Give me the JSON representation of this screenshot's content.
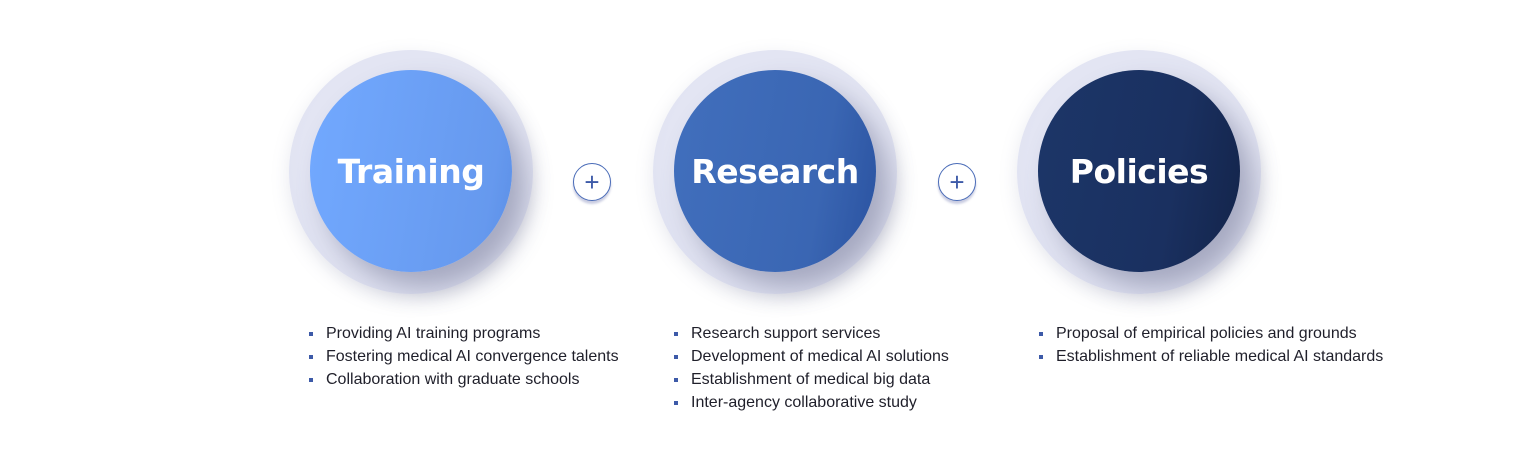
{
  "pillars": [
    {
      "title": "Training",
      "items": [
        "Providing AI training programs",
        "Fostering medical AI convergence talents",
        "Collaboration with graduate schools"
      ]
    },
    {
      "title": "Research",
      "items": [
        "Research support services",
        "Development of medical AI solutions",
        "Establishment of medical big data",
        "Inter-agency collaborative study"
      ]
    },
    {
      "title": "Policies",
      "items": [
        "Proposal of empirical policies and grounds",
        "Establishment of reliable medical AI standards"
      ]
    }
  ],
  "plus_symbol": "+",
  "colors": {
    "training": "#6fa6fb",
    "research": "#3a66b5",
    "policies": "#1a2f5e",
    "bullet": "#3d5aa8"
  }
}
